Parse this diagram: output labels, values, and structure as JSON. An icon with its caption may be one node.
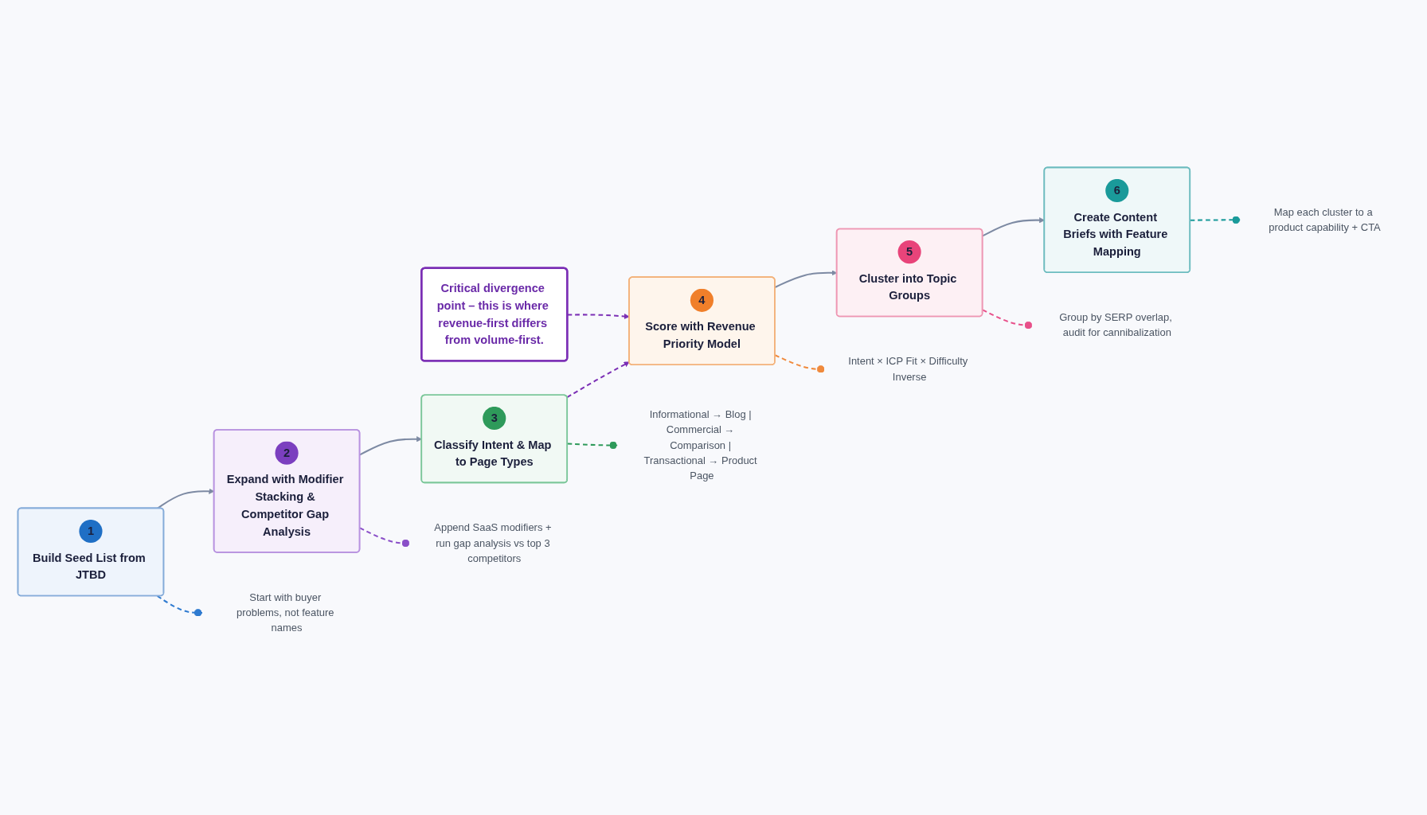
{
  "diagram": {
    "nodes": [
      {
        "text": [
          "1",
          "Build Seed List from JTBD"
        ]
      },
      {
        "text": [
          "2",
          "Expand with Modifier Stacking & Competitor Gap Analysis"
        ]
      },
      {
        "text": [
          "3",
          "Classify Intent & Map to Page Types"
        ]
      },
      {
        "text": [
          "4",
          "Score with Revenue Priority Model"
        ]
      },
      {
        "text": [
          "5",
          "Cluster into Topic Groups"
        ]
      },
      {
        "text": [
          "6",
          "Create Content Briefs with Feature Mapping"
        ]
      },
      {
        "text": [
          "Critical divergence point – this is where revenue-first differs from volume-first."
        ]
      },
      {
        "text": [
          "Start with buyer problems, not feature names"
        ]
      },
      {
        "text": [
          "Append SaaS modifiers + run gap analysis vs top 3 competitors"
        ]
      },
      {
        "text": [
          "Informational → Blog | Commercial → Comparison | Transactional → Product Page"
        ]
      },
      {
        "text": [
          "Intent × ICP Fit × Difficulty Inverse"
        ]
      },
      {
        "text": [
          "Group by SERP overlap, audit for cannibalization"
        ]
      },
      {
        "text": [
          "Map each cluster to a product capability + CTA"
        ]
      }
    ],
    "edges": [
      {
        "from": 0,
        "to": 1,
        "arrow": "to"
      },
      {
        "from": 1,
        "to": 2,
        "arrow": "to"
      },
      {
        "from": 2,
        "to": 3,
        "arrow": "to",
        "style": "dashed",
        "color": "#7b2fb5"
      },
      {
        "from": 6,
        "to": 3,
        "arrow": "to",
        "style": "dashed",
        "color": "#7b2fb5"
      },
      {
        "from": 3,
        "to": 4,
        "arrow": "to"
      },
      {
        "from": 4,
        "to": 5,
        "arrow": "to"
      },
      {
        "from": 0,
        "to": 7,
        "arrow": "other",
        "style": "dashed",
        "color": "#2f7bd0"
      },
      {
        "from": 1,
        "to": 8,
        "arrow": "other",
        "style": "dashed",
        "color": "#8a4fc8"
      },
      {
        "from": 2,
        "to": 9,
        "arrow": "other",
        "style": "dashed",
        "color": "#2e9a5a"
      },
      {
        "from": 3,
        "to": 10,
        "arrow": "other",
        "style": "dashed",
        "color": "#f08a3c"
      },
      {
        "from": 4,
        "to": 11,
        "arrow": "other",
        "style": "dashed",
        "color": "#e8508a"
      },
      {
        "from": 5,
        "to": 12,
        "arrow": "other",
        "style": "dashed",
        "color": "#1a9a9a"
      }
    ]
  }
}
